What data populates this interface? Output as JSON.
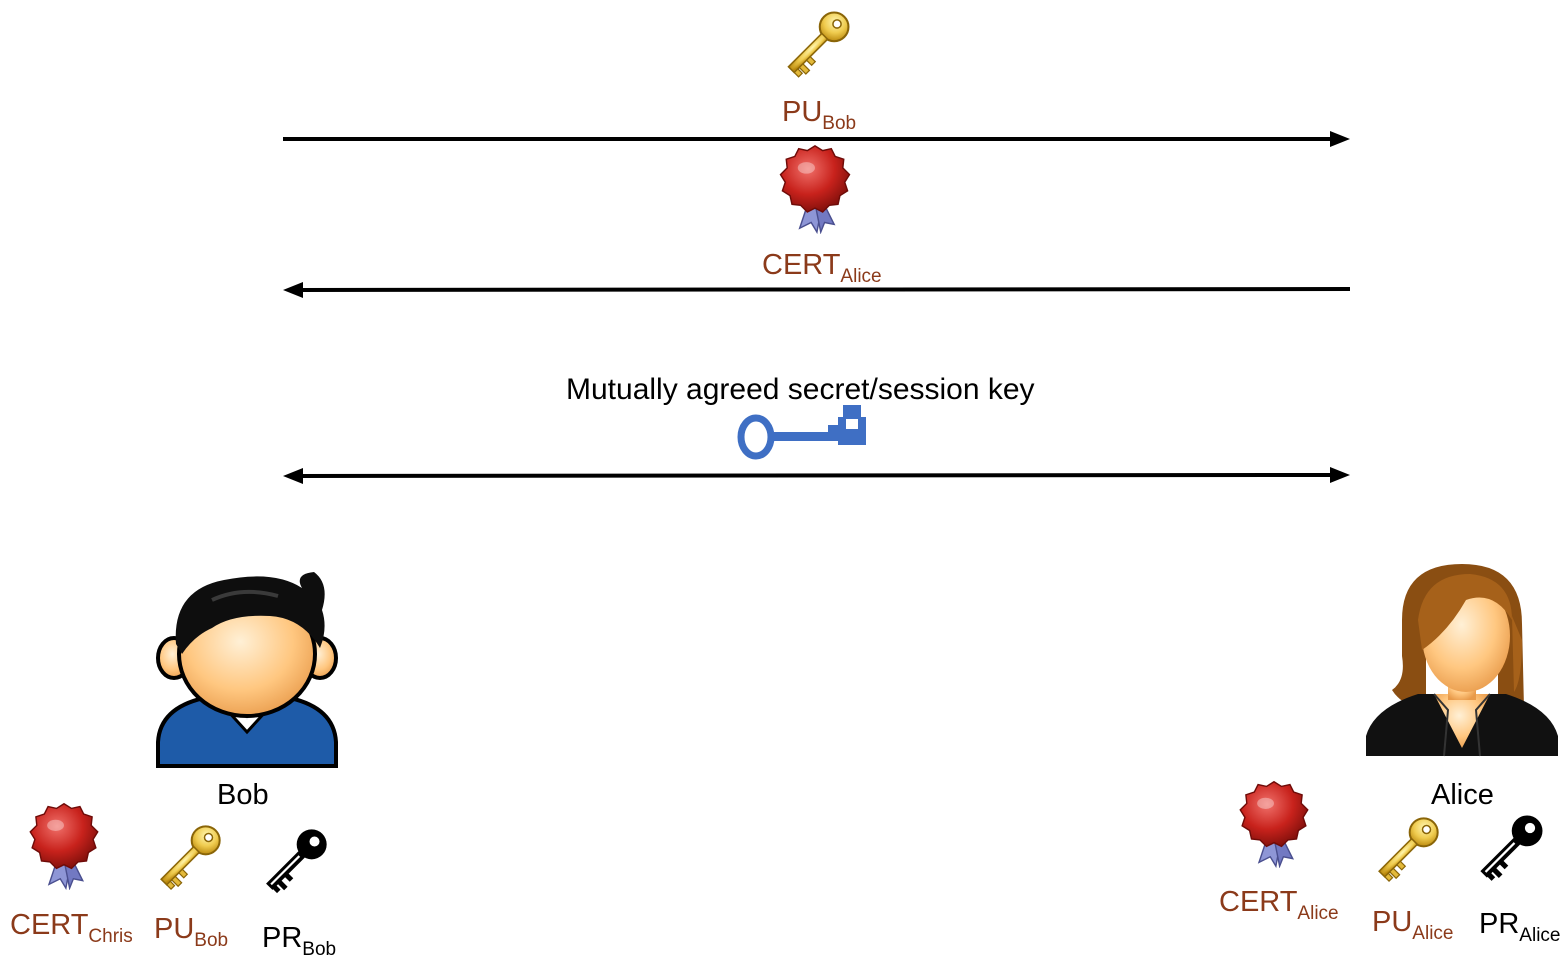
{
  "messages": {
    "m1_base": "PU",
    "m1_sub": "Bob",
    "m2_base": "CERT",
    "m2_sub": "Alice",
    "session_label": "Mutually agreed secret/session key"
  },
  "bob": {
    "name": "Bob",
    "cert_base": "CERT",
    "cert_sub": "Chris",
    "pu_base": "PU",
    "pu_sub": "Bob",
    "pr_base": "PR",
    "pr_sub": "Bob"
  },
  "alice": {
    "name": "Alice",
    "cert_base": "CERT",
    "cert_sub": "Alice",
    "pu_base": "PU",
    "pu_sub": "Alice",
    "pr_base": "PR",
    "pr_sub": "Alice"
  },
  "colors": {
    "label_brown": "#8B3A1A",
    "session_key_blue": "#3F6FC4",
    "public_key_gold": "#E8C64A",
    "certificate_red": "#C0261F"
  },
  "icons": {
    "public_key": "gold-key-icon",
    "private_key": "black-key-icon",
    "certificate": "red-seal-certificate-icon",
    "session_key": "blue-skeleton-key-icon"
  }
}
